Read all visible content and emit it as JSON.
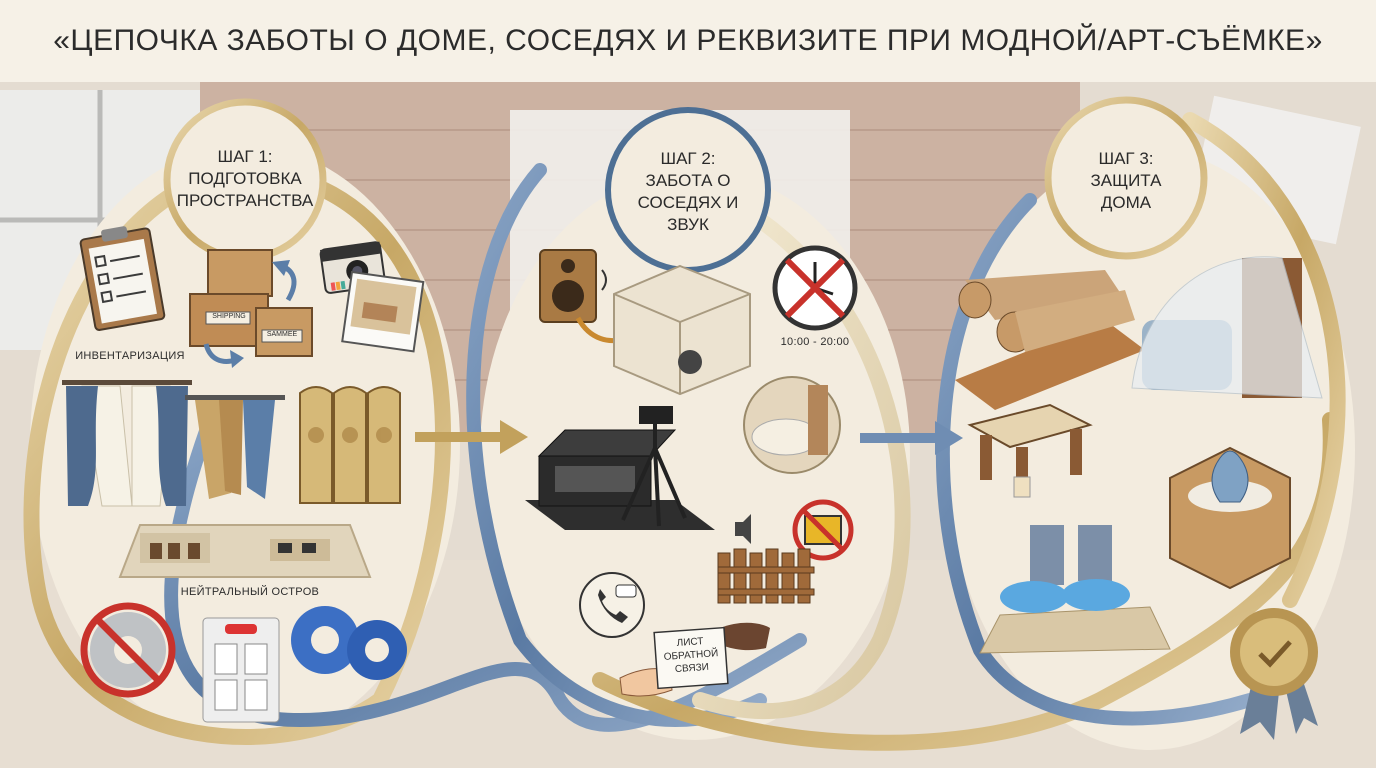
{
  "title": "«ЦЕПОЧКА ЗАБОТЫ О ДОМЕ, СОСЕДЯХ И РЕКВИЗИТЕ ПРИ МОДНОЙ/АРТ-СЪЁМКЕ»",
  "steps": [
    {
      "title": "ШАГ 1:",
      "subtitle": "ПОДГОТОВКА ПРОСТРАНСТВА"
    },
    {
      "title": "ШАГ 2:",
      "subtitle": "ЗАБОТА О СОСЕДЯХ И ЗВУК"
    },
    {
      "title": "ШАГ 3:",
      "subtitle": "ЗАЩИТА ДОМА"
    }
  ],
  "labels": {
    "inventory": "ИНВЕНТАРИЗАЦИЯ",
    "neutral_island": "НЕЙТРАЛЬНЫЙ ОСТРОВ",
    "quiet_hours": "10:00 - 20:00",
    "feedback_sheet": [
      "ЛИСТ",
      "ОБРАТНОЙ",
      "СВЯЗИ"
    ],
    "box_label_1": "SHIPPING",
    "box_label_2": "SAMMEE"
  },
  "colors": {
    "gold_ribbon": "#c9ad72",
    "blue_ribbon": "#6f8db3",
    "panel": "#f3ecdf",
    "circle_border": "#4d6f94",
    "prohibit_red": "#c8322b"
  },
  "icons": [
    "clipboard-icon",
    "boxes-icon",
    "instant-camera-icon",
    "photo-icon",
    "curtains-icon",
    "clothes-rack-icon",
    "folding-screen-icon",
    "shoe-rug-icon",
    "no-duct-tape-icon",
    "adhesive-hooks-icon",
    "painters-tape-icon",
    "speaker-icon",
    "sound-room-icon",
    "clock-icon",
    "pillow-icon",
    "equipment-case-icon",
    "tripod-icon",
    "generator-ban-icon",
    "fence-icon",
    "phone-chat-icon",
    "paper-roll-icon",
    "covered-furniture-icon",
    "table-protector-icon",
    "vase-box-icon",
    "shoe-covers-icon",
    "award-badge-icon",
    "arrow-icon"
  ]
}
